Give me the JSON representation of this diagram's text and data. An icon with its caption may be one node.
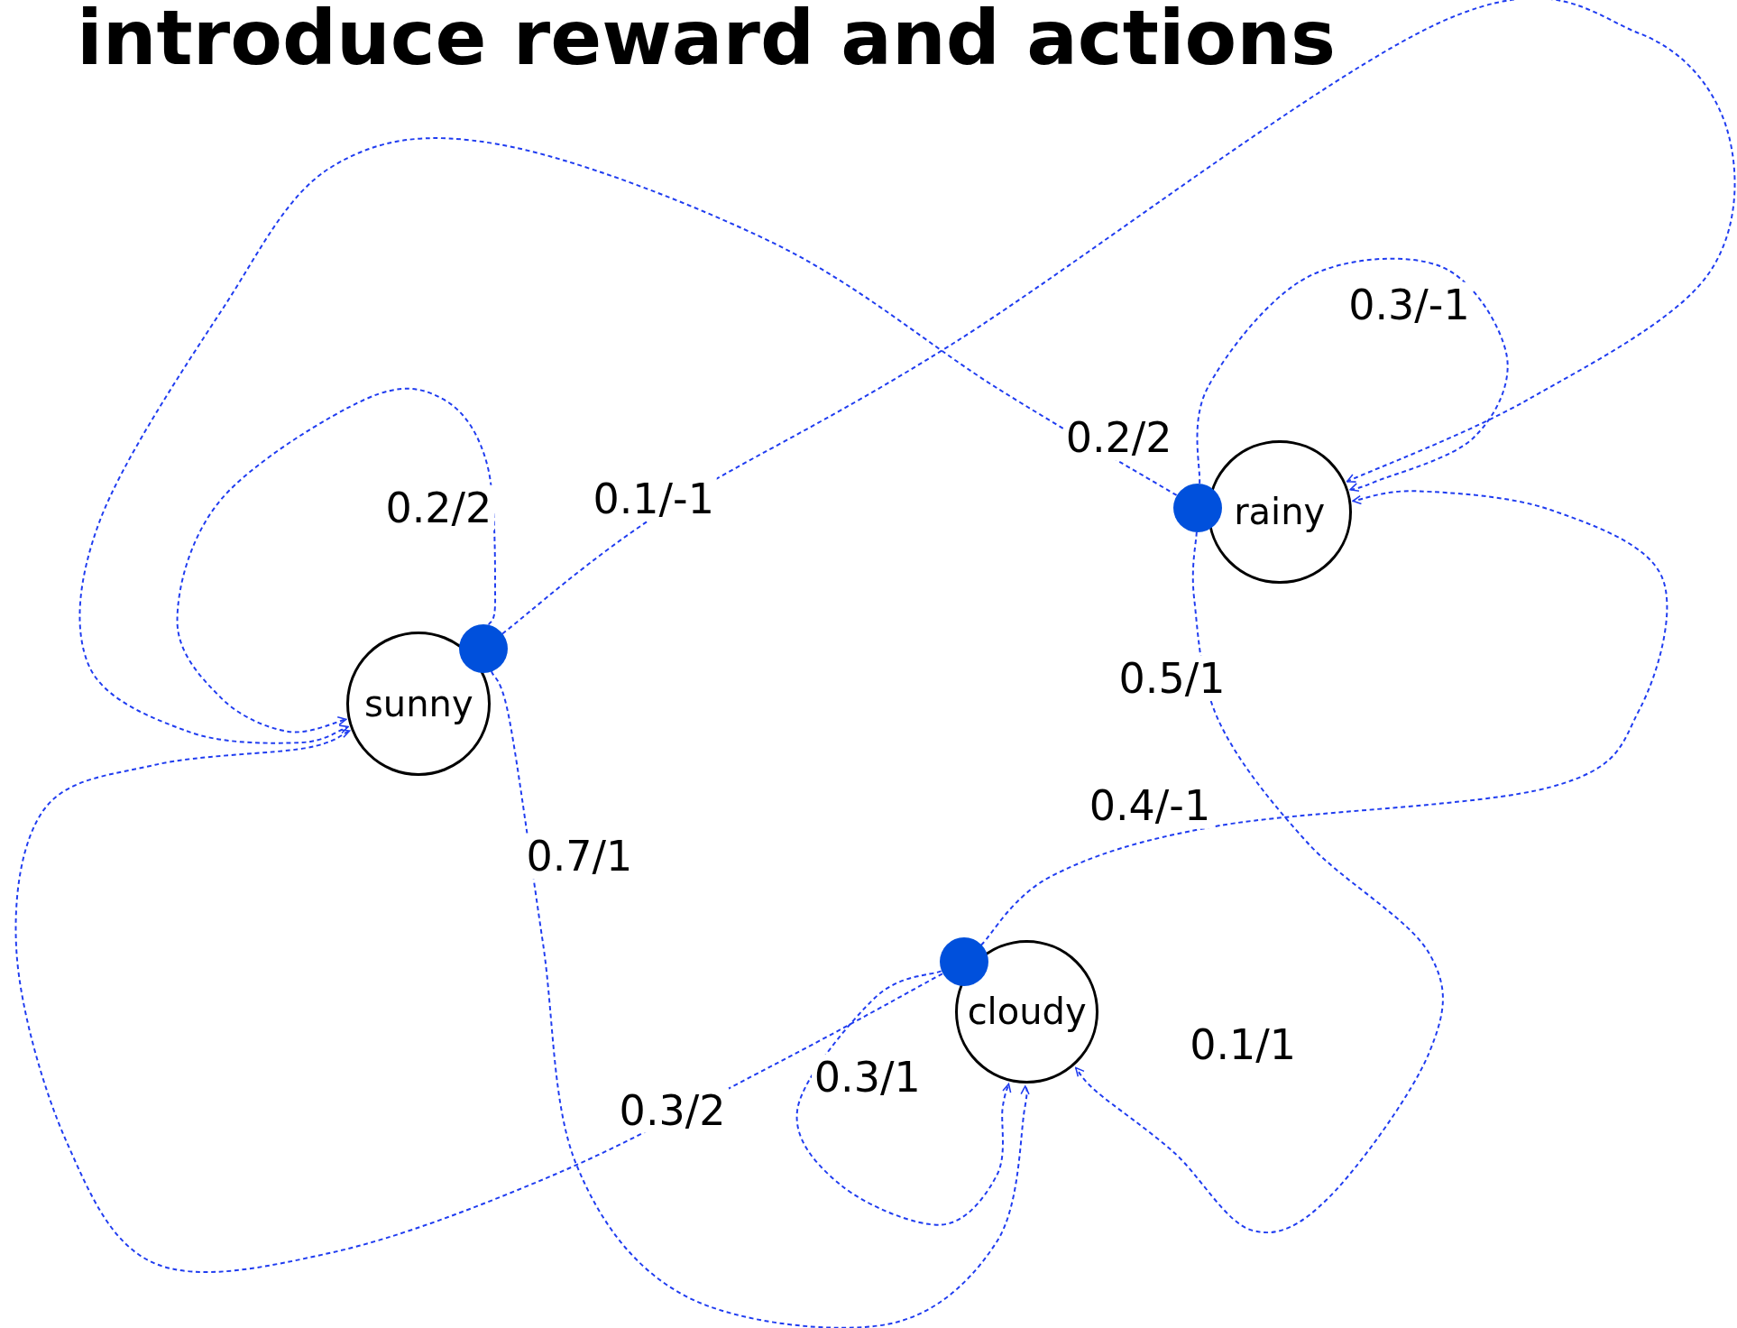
{
  "diagram": {
    "title": "introduce reward and actions",
    "nodes": [
      {
        "text": [
          "sunny"
        ]
      },
      {
        "text": [
          "rainy"
        ]
      },
      {
        "text": [
          "cloudy"
        ]
      },
      {
        "text": [],
        "shape": "circle"
      },
      {
        "text": [],
        "shape": "circle"
      },
      {
        "text": [],
        "shape": "circle"
      }
    ],
    "edges": [
      {
        "from": 3,
        "to": 0,
        "arrow": "to",
        "label": "0.2/2",
        "style": "dashed"
      },
      {
        "from": 3,
        "to": 1,
        "arrow": "to",
        "label": "0.1/-1",
        "style": "dashed"
      },
      {
        "from": 3,
        "to": 2,
        "arrow": "to",
        "label": "0.7/1",
        "style": "dashed"
      },
      {
        "from": 4,
        "to": 0,
        "arrow": "to",
        "label": "0.2/2",
        "style": "dashed"
      },
      {
        "from": 4,
        "to": 1,
        "arrow": "to",
        "label": "0.3/-1",
        "style": "dashed"
      },
      {
        "from": 4,
        "to": 2,
        "arrow": "to",
        "label": "0.5/1",
        "style": "dashed"
      },
      {
        "from": 5,
        "to": 1,
        "arrow": "to",
        "label": "0.4/-1",
        "style": "dashed"
      },
      {
        "from": 5,
        "to": 2,
        "arrow": "to",
        "label": "0.3/1",
        "style": "dashed"
      },
      {
        "from": 5,
        "to": 0,
        "arrow": "to",
        "label": "0.3/2",
        "style": "dashed"
      }
    ],
    "labels": [
      "0.1/1"
    ]
  }
}
